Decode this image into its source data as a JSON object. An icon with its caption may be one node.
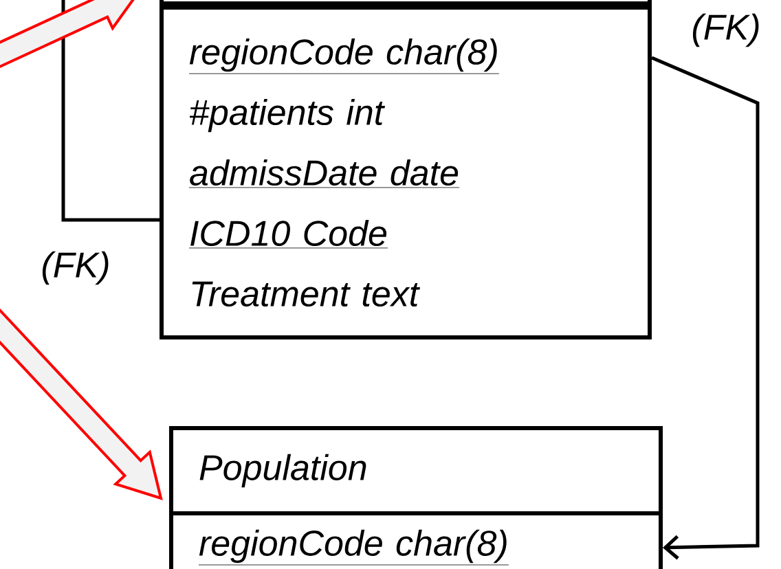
{
  "diagram": {
    "nodes": [
      {
        "text": [],
        "shape": "box"
      },
      {
        "text": [
          "regionCode char(8)",
          "#patients int",
          "admissDate date",
          "ICD10 Code",
          "Treatment text"
        ]
      },
      {
        "text": [
          "Population"
        ]
      },
      {
        "text": [
          "regionCode char(8)"
        ]
      }
    ],
    "edges": [
      {
        "from": 1,
        "to": null,
        "arrow": "none",
        "label": "(FK)"
      },
      {
        "from": 1,
        "to": 3,
        "arrow": "to",
        "label": "(FK)"
      },
      {
        "from": null,
        "to": 0,
        "arrow": "to",
        "style": "thick",
        "color": "#ff0000"
      },
      {
        "from": null,
        "to": 2,
        "arrow": "to",
        "style": "thick",
        "color": "#ff0000"
      }
    ]
  }
}
